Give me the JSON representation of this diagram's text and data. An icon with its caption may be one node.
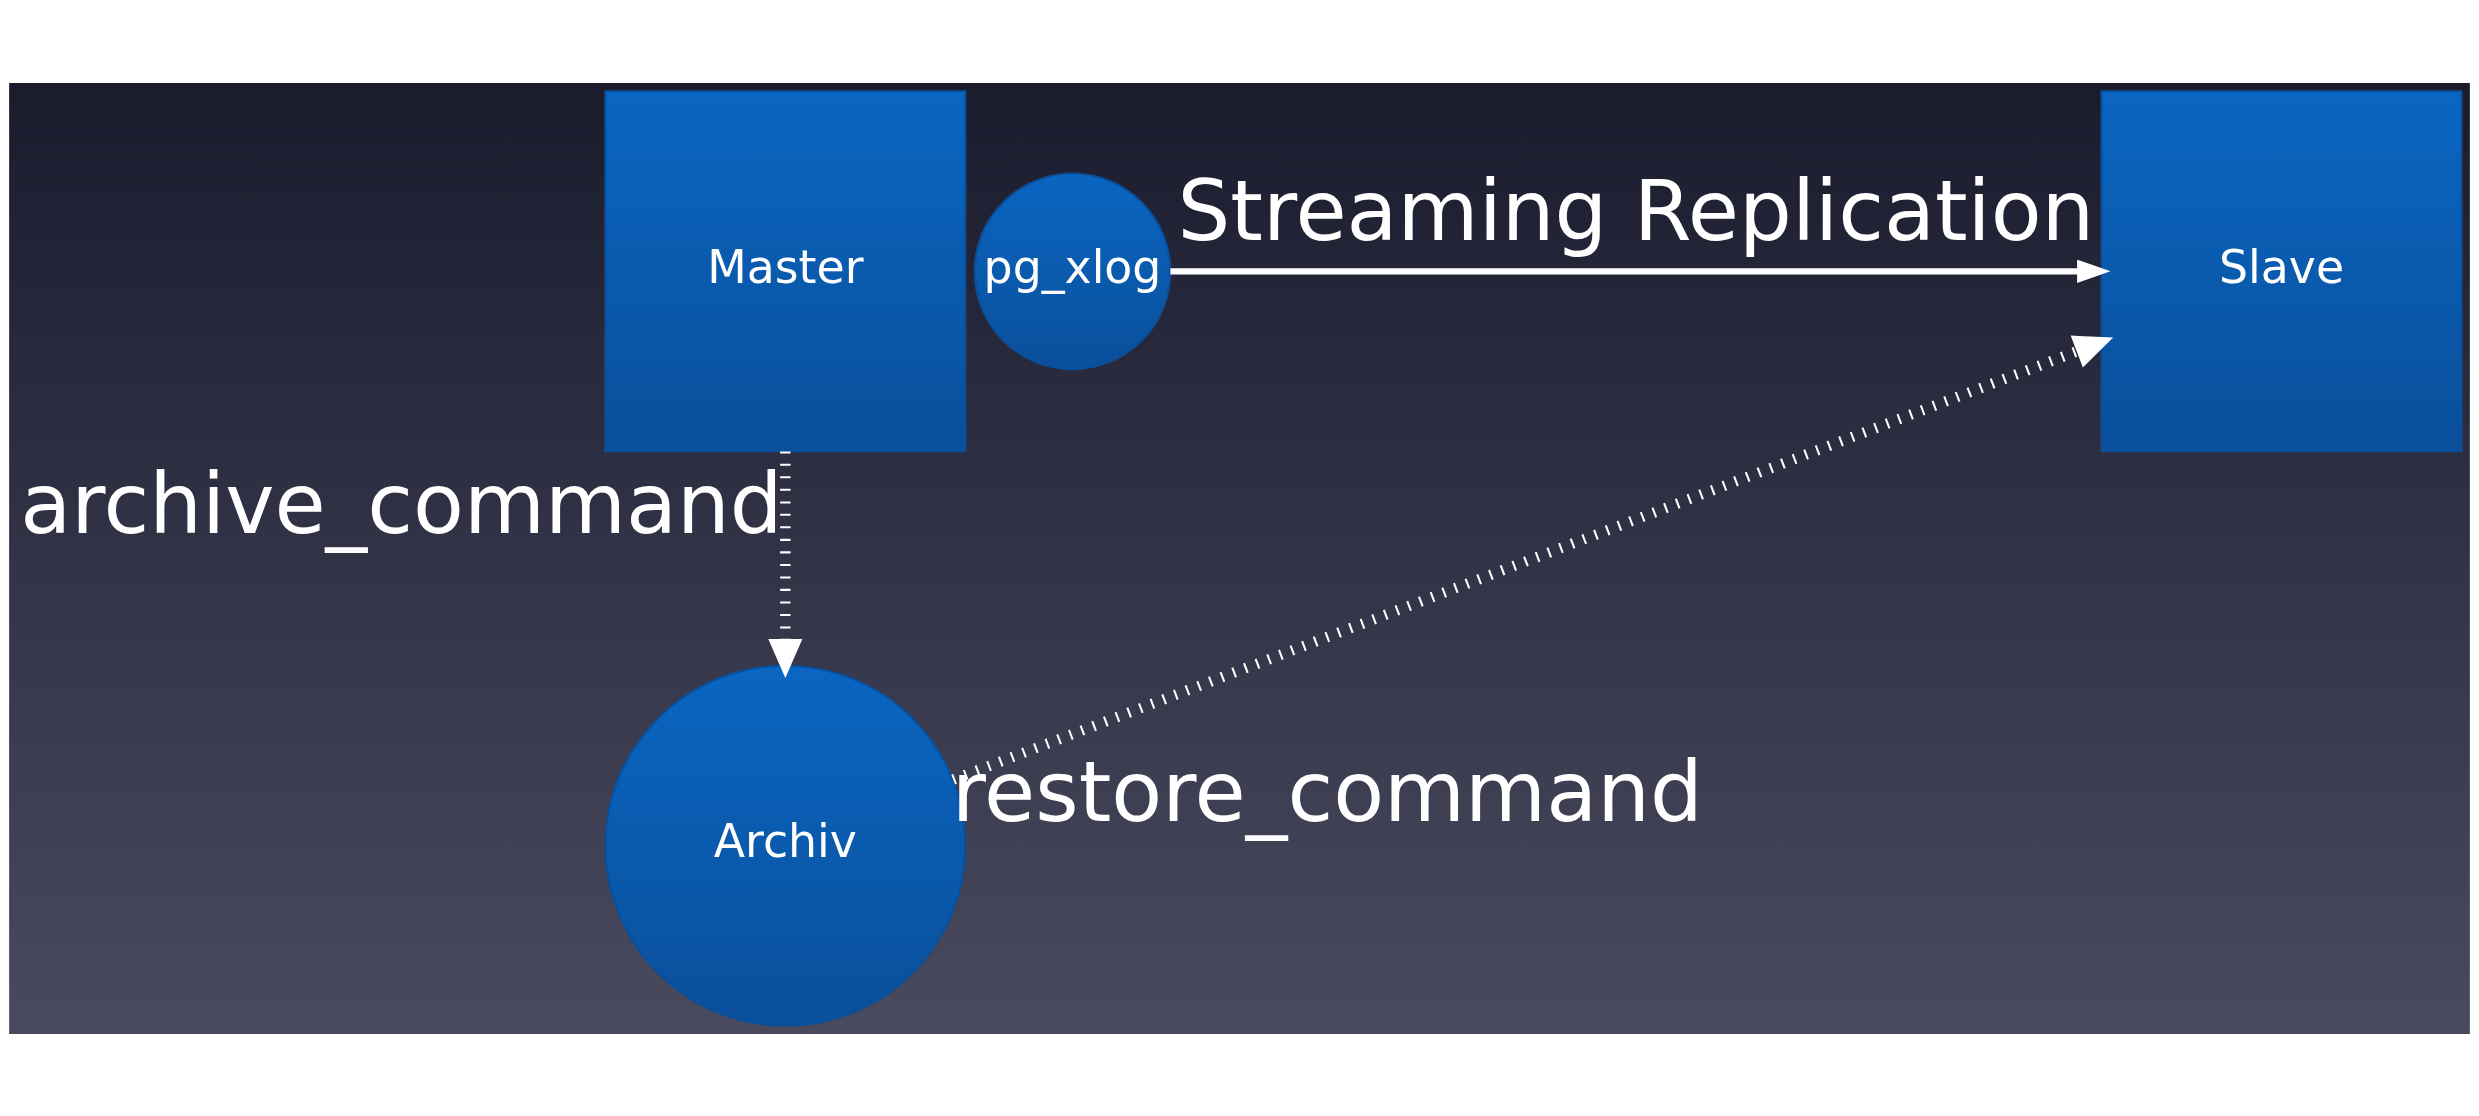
{
  "diagram": {
    "nodes": [
      {
        "text": [
          "Master"
        ]
      },
      {
        "text": [
          "pg_xlog"
        ]
      },
      {
        "text": [
          "Slave"
        ]
      },
      {
        "text": [
          "Archiv"
        ]
      }
    ],
    "edges": [
      {
        "from": 1,
        "to": 2,
        "arrow": "to",
        "label": "Streaming Replication"
      },
      {
        "from": 0,
        "to": 3,
        "arrow": "to",
        "label": "archive_command",
        "style": "dashed"
      },
      {
        "from": 3,
        "to": 2,
        "arrow": "to",
        "label": "restore_command",
        "style": "dashed"
      }
    ]
  }
}
